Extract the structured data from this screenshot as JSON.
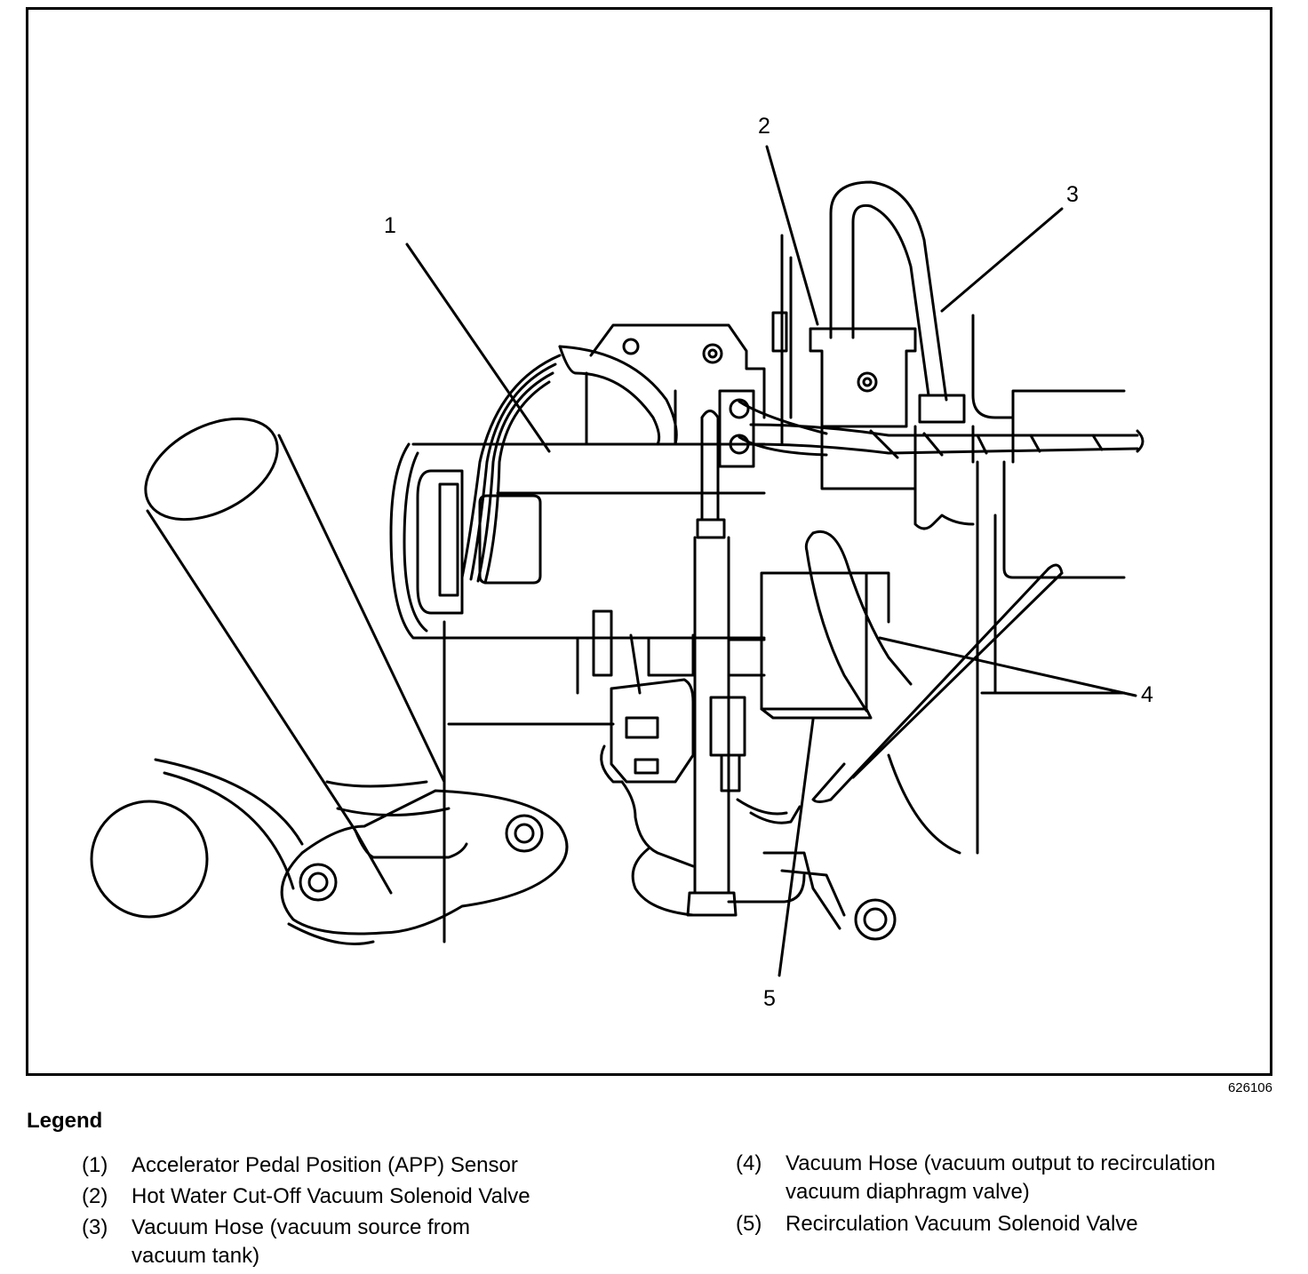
{
  "callouts": [
    "1",
    "2",
    "3",
    "4",
    "5"
  ],
  "figure_id": "626106",
  "legend": {
    "title": "Legend",
    "items": [
      {
        "num": "(1)",
        "text": "Accelerator Pedal Position (APP) Sensor"
      },
      {
        "num": "(2)",
        "text": "Hot Water Cut-Off Vacuum Solenoid Valve"
      },
      {
        "num": "(3)",
        "text": "Vacuum Hose (vacuum source from vacuum tank)"
      },
      {
        "num": "(4)",
        "text": "Vacuum Hose (vacuum output to recirculation vacuum diaphragm valve)"
      },
      {
        "num": "(5)",
        "text": "Recirculation Vacuum Solenoid Valve"
      }
    ]
  }
}
